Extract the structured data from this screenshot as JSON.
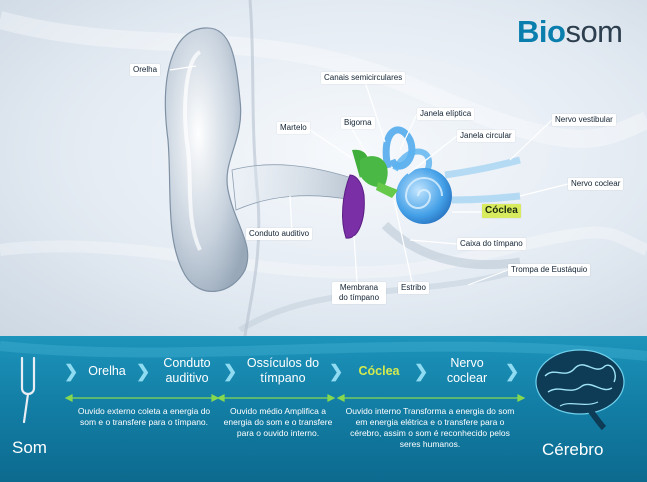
{
  "logo": {
    "part1": "Bio",
    "part2": "som"
  },
  "labels": {
    "orelha": "Orelha",
    "canais": "Canais semicirculares",
    "martelo": "Martelo",
    "bigorna": "Bigorna",
    "janela_eliptica": "Janela elíptica",
    "janela_circular": "Janela circular",
    "nervo_vestibular": "Nervo vestibular",
    "nervo_coclear": "Nervo coclear",
    "coclea": "Cóclea",
    "conduto": "Conduto auditivo",
    "caixa": "Caixa do tímpano",
    "trompa": "Trompa de Eustáquio",
    "membrana": "Membrana do tímpano",
    "estribo": "Estribo"
  },
  "flow": {
    "som": "Som",
    "cerebro": "Cérebro",
    "steps": {
      "orelha": "Orelha",
      "conduto": "Conduto auditivo",
      "ossiculos": "Ossículos do tímpano",
      "coclea": "Cóclea",
      "nervo": "Nervo coclear"
    },
    "descriptions": {
      "externo": "Ouvido externo coleta a energia do som e o transfere para o tímpano.",
      "medio": "Ouvido médio Amplifica a energia do som e o transfere para o ouvido interno.",
      "interno": "Ouvido interno Transforma a energia do som em energia elétrica e o transfere para o cérebro, assim o som é reconhecido pelos seres humanos."
    }
  },
  "colors": {
    "accent": "#d3ea4f",
    "band": "#137fa6",
    "cochlea": "#3aa0e6",
    "incus": "#3fae3a",
    "eardrum": "#7a2fa6"
  }
}
